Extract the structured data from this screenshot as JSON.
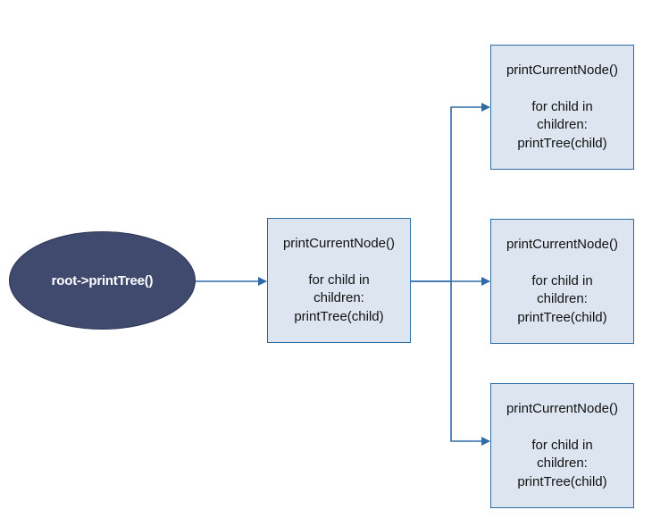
{
  "root": {
    "label": "root->printTree()"
  },
  "nodes": [
    {
      "line1": "printCurrentNode()",
      "line2": "for child in",
      "line3": "children:",
      "line4": "printTree(child)"
    },
    {
      "line1": "printCurrentNode()",
      "line2": "for child in",
      "line3": "children:",
      "line4": "printTree(child)"
    },
    {
      "line1": "printCurrentNode()",
      "line2": "for child in",
      "line3": "children:",
      "line4": "printTree(child)"
    },
    {
      "line1": "printCurrentNode()",
      "line2": "for child in",
      "line3": "children:",
      "line4": "printTree(child)"
    }
  ],
  "colors": {
    "root_fill": "#3f4a6e",
    "box_fill": "#dde6f0",
    "box_border": "#2d6ba6",
    "connector": "#2d6ba6"
  }
}
